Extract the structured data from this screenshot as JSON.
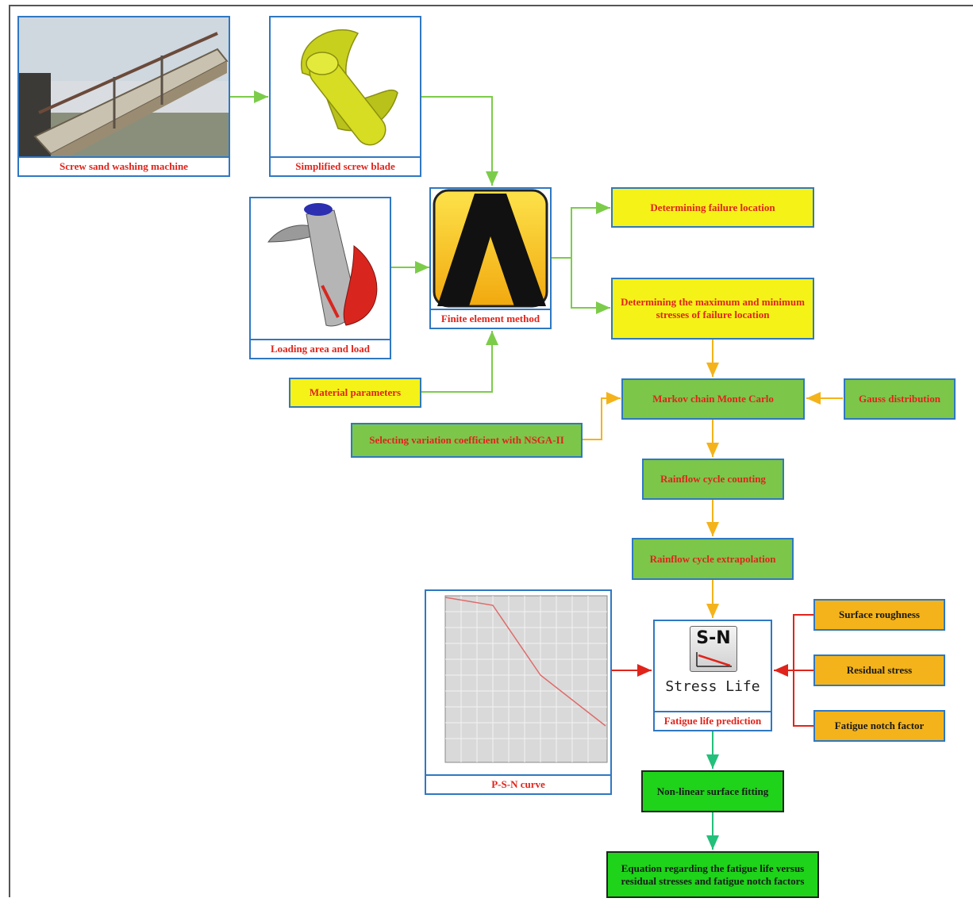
{
  "nodes": {
    "screw_machine": "Screw sand washing machine",
    "simplified_blade": "Simplified screw blade",
    "loading_area": "Loading area and load",
    "fem": "Finite element method",
    "material_params": "Material parameters",
    "failure_location": "Determining failure location",
    "max_min_stress": "Determining the maximum and minimum stresses of failure location",
    "mcmc": "Markov chain Monte Carlo",
    "gauss": "Gauss distribution",
    "nsga": "Selecting variation coefficient with NSGA-II",
    "rainflow_count": "Rainflow cycle counting",
    "rainflow_extrap": "Rainflow cycle extrapolation",
    "psn": "P-S-N curve",
    "fatigue_pred": "Fatigue life prediction",
    "surface_roughness": "Surface roughness",
    "residual_stress": "Residual stress",
    "notch_factor": "Fatigue notch factor",
    "nonlinear_fit": "Non-linear surface fitting",
    "equation": "Equation regarding the fatigue life versus residual stresses and fatigue notch factors"
  },
  "stress_life_icon": {
    "sn": "S-N",
    "label": "Stress Life"
  },
  "colors": {
    "box_border": "#2f78c2",
    "text_red": "#e0241b",
    "yellow": "#f5f217",
    "light_green": "#7cc64a",
    "orange": "#f4b31a",
    "dark_green": "#1ed31a",
    "arrow_green": "#7ccc4a",
    "arrow_orange": "#f4b31a",
    "arrow_red": "#e0241b",
    "arrow_teal": "#22c07a"
  }
}
